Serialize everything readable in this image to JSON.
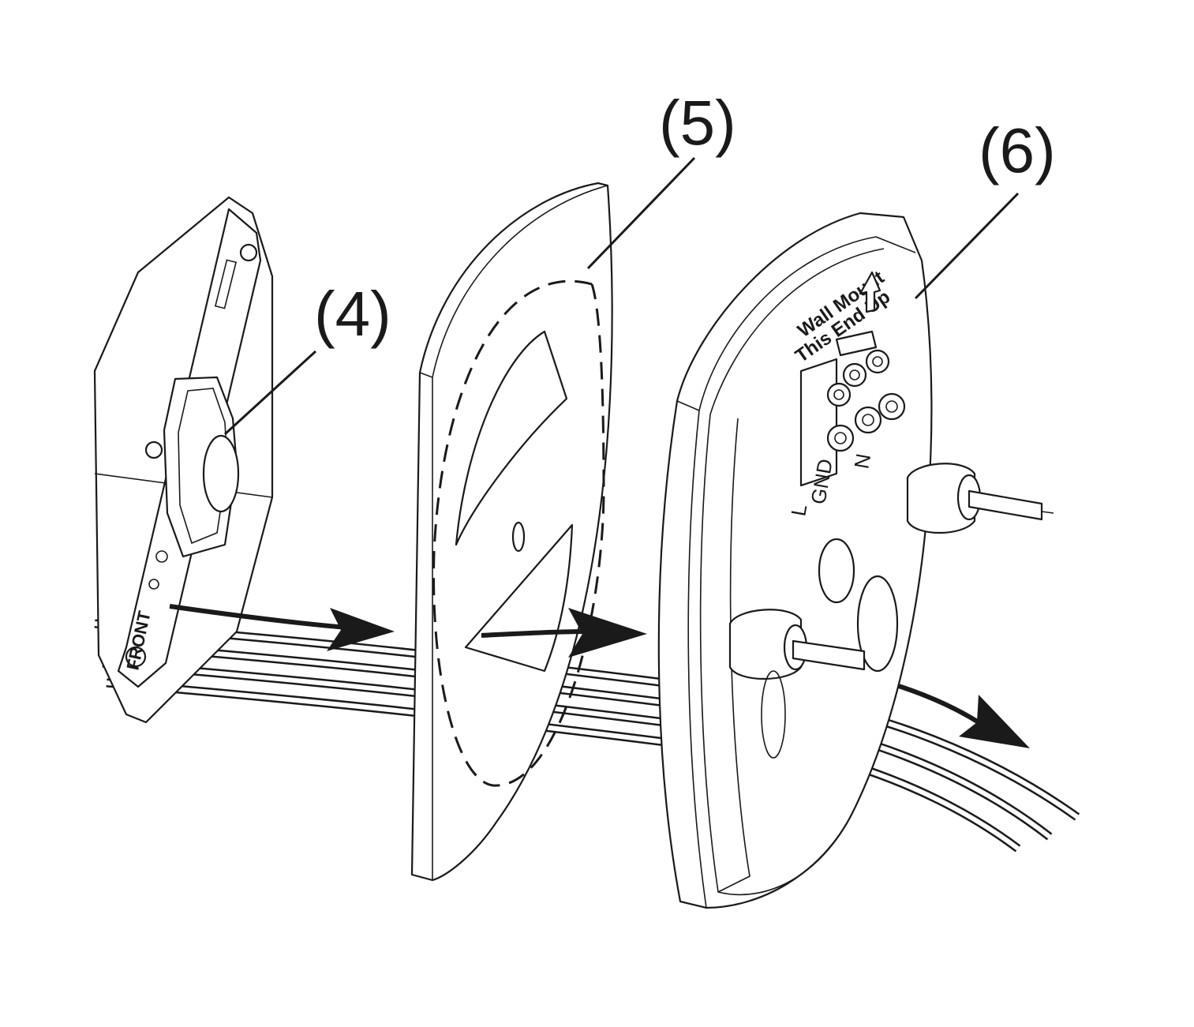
{
  "callouts": {
    "part4": "(4)",
    "part5": "(5)",
    "part6": "(6)"
  },
  "plate_text": {
    "line1": "Wall Mount",
    "line2": "This End Up"
  },
  "terminals": {
    "l": "L",
    "gnd": "GND",
    "n": "N"
  },
  "bracket_text": {
    "front": "FRONT"
  },
  "colors": {
    "ink": "#1a1a1a",
    "paper": "#ffffff"
  }
}
